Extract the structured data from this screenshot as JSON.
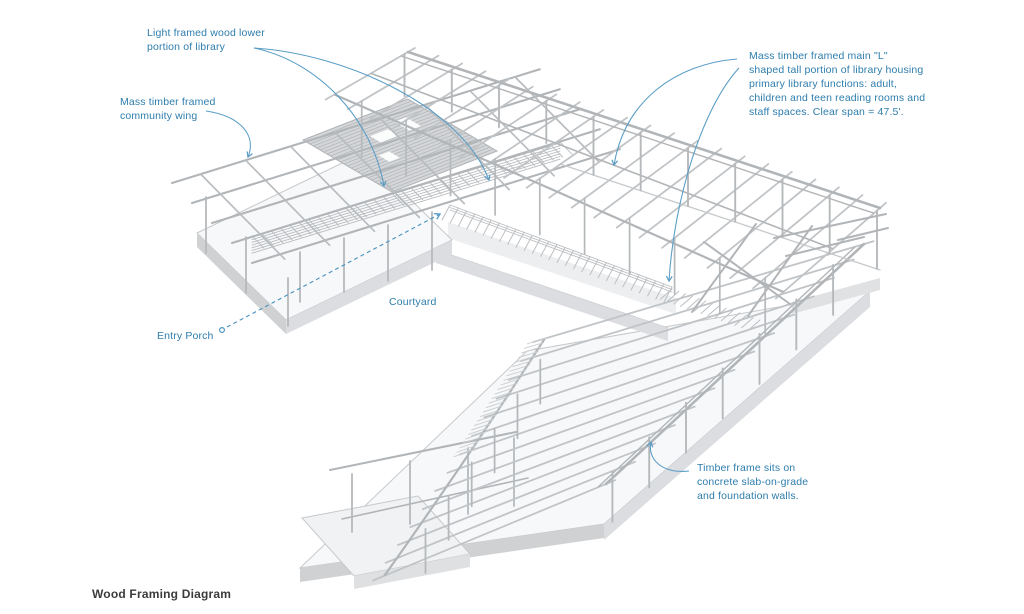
{
  "title": "Wood Framing Diagram",
  "colors": {
    "annotation": "#2e7dac",
    "leader": "#5b9ec6",
    "beam": "#b2b5b8",
    "rafter": "#c1c4c7",
    "light": "#cdd0d2",
    "post": "#b6b9bc",
    "slab_top": "#f7f8f9",
    "slab_face": "#dbdde0",
    "slab_face_dark": "#cfd1d3",
    "deck_fill": "#d4d6d8",
    "deck_line": "#b4b7ba",
    "outline": "#c6c9cb"
  },
  "annotations": {
    "light_framed": {
      "text": "Light framed wood lower\nportion of library"
    },
    "community": {
      "text": "Mass timber framed\ncommunity wing"
    },
    "main_l": {
      "text": "Mass timber framed main \"L\"\nshaped tall portion of library housing\nprimary library functions: adult,\nchildren and teen reading rooms and\nstaff spaces. Clear span = 47.5'."
    },
    "foundation": {
      "text": "Timber frame sits on\nconcrete slab-on-grade\nand foundation walls."
    },
    "courtyard": {
      "text": "Courtyard"
    },
    "entry_porch": {
      "text": "Entry Porch"
    }
  }
}
